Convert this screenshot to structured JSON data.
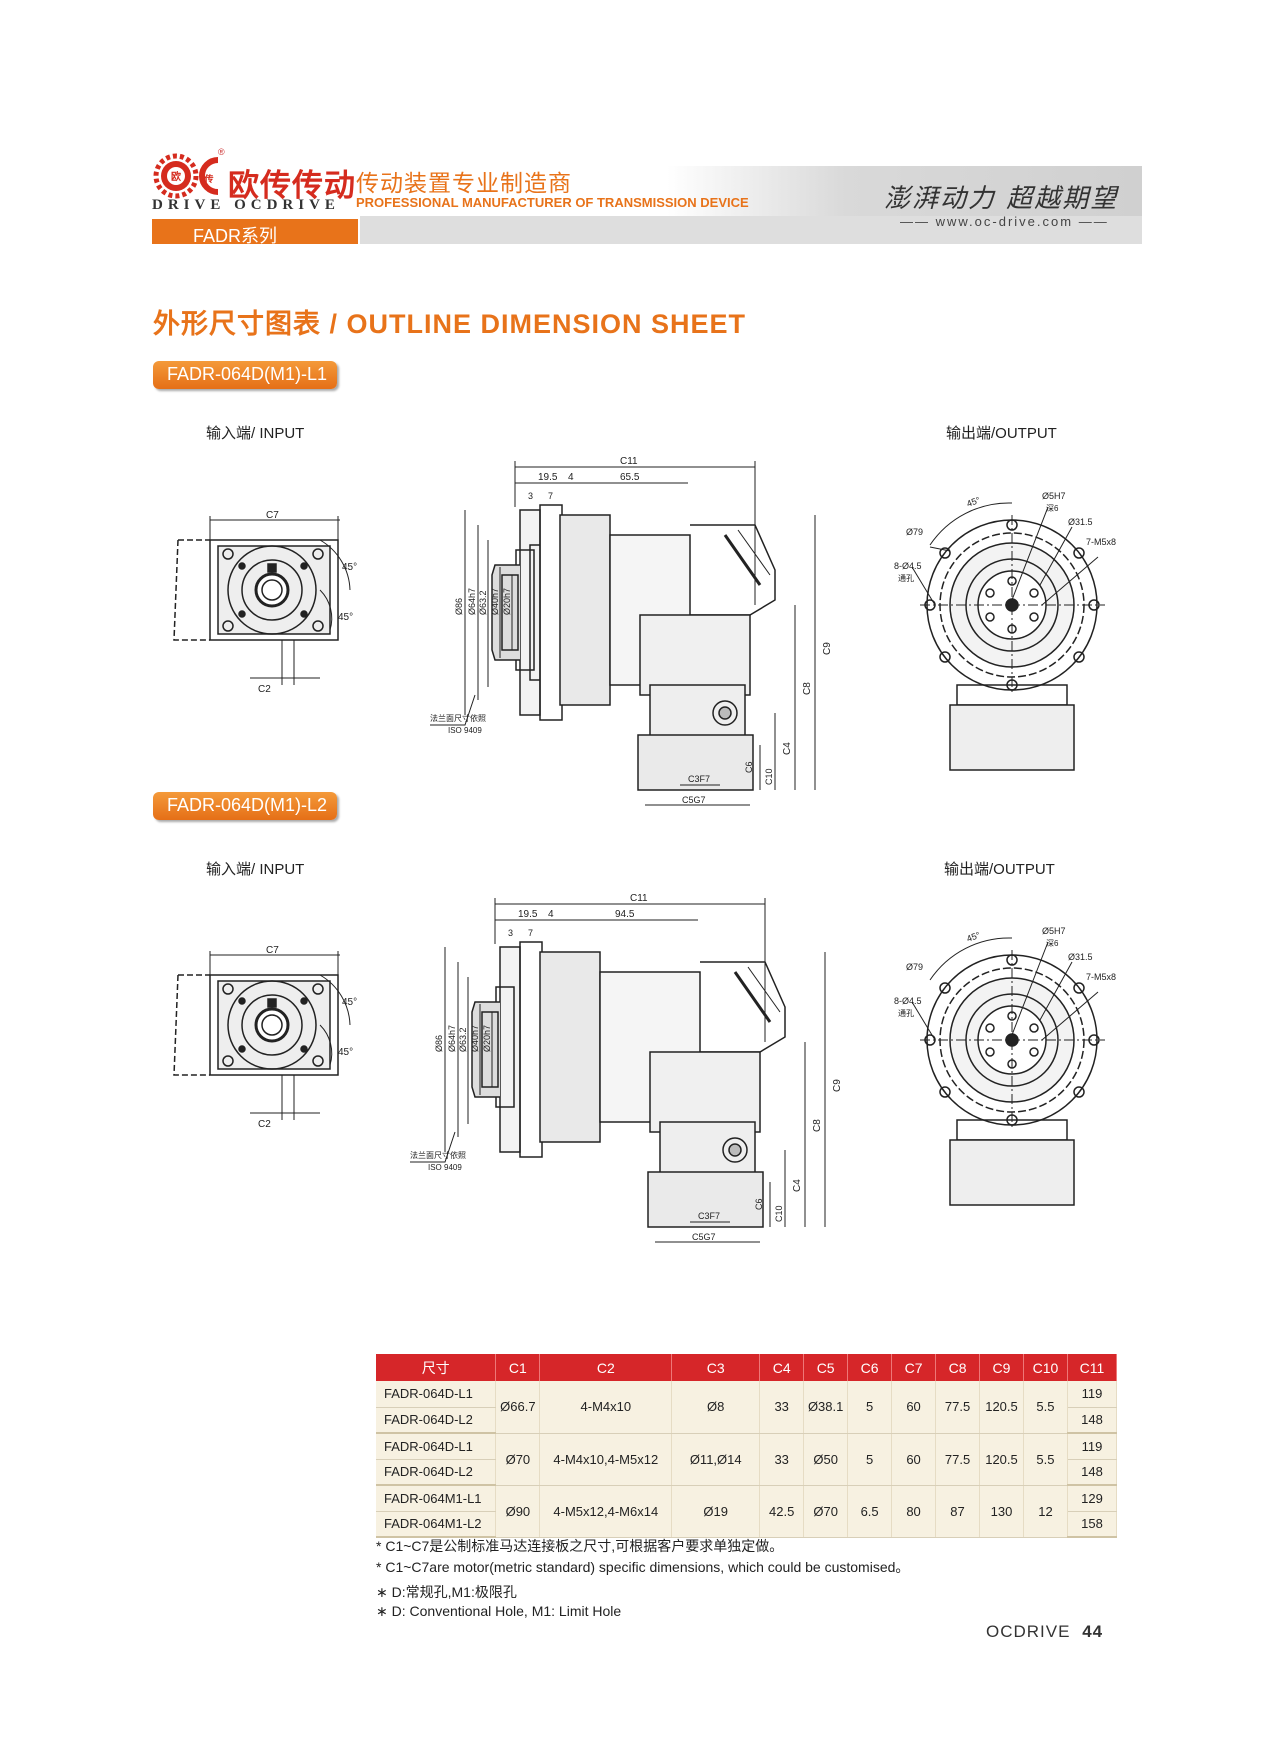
{
  "header": {
    "logo_cn": "欧传传动",
    "logo_en": "DRIVE OCDRIVE",
    "logo_reg": "®",
    "tagline_cn": "传动装置专业制造商",
    "tagline_en": "PROFESSIONAL MANUFACTURER OF TRANSMISSION DEVICE",
    "slogan": "澎湃动力 超越期望",
    "url": "—— www.oc-drive.com ——",
    "series": "FADR系列",
    "brand_color": "#e8731a",
    "red_color": "#d62629"
  },
  "title": "外形尺寸图表 / OUTLINE DIMENSION SHEET",
  "sections": [
    {
      "model": "FADR-064D(M1)-L1",
      "input_label": "输入端/ INPUT",
      "output_label": "输出端/OUTPUT",
      "dims": {
        "c11": "C11",
        "a": "19.5",
        "b": "4",
        "len": "65.5",
        "c3": "3",
        "c7": "7"
      }
    },
    {
      "model": "FADR-064D(M1)-L2",
      "input_label": "输入端/ INPUT",
      "output_label": "输出端/OUTPUT",
      "dims": {
        "c11": "C11",
        "a": "19.5",
        "b": "4",
        "len": "94.5",
        "c3": "3",
        "c7": "7"
      }
    }
  ],
  "drawing_labels": {
    "c7": "C7",
    "c2": "C2",
    "deg45": "45°",
    "d86": "Ø86",
    "d64": "Ø64h7",
    "d63": "Ø63.2",
    "d40": "Ø40h7",
    "d20": "Ø20h7",
    "c9": "C9",
    "c8": "C8",
    "c4": "C4",
    "c6": "C6",
    "c10": "C10",
    "c3f7": "C3F7",
    "c5g7": "C5G7",
    "flange_note": "法兰面尺寸依照",
    "iso": "ISO 9409",
    "d5h7": "Ø5H7",
    "deep6": "深6",
    "d31": "Ø31.5",
    "m5": "7-M5x8",
    "d79": "Ø79",
    "holes": "8-Ø4.5",
    "thru": "通孔"
  },
  "table": {
    "headers": [
      "尺寸",
      "C1",
      "C2",
      "C3",
      "C4",
      "C5",
      "C6",
      "C7",
      "C8",
      "C9",
      "C10",
      "C11"
    ],
    "groups": [
      {
        "models": [
          "FADR-064D-L1",
          "FADR-064D-L2"
        ],
        "c1": "Ø66.7",
        "c2": "4-M4x10",
        "c3": "Ø8",
        "c4": "33",
        "c5": "Ø38.1",
        "c6": "5",
        "c7": "60",
        "c8": "77.5",
        "c9": "120.5",
        "c10": "5.5",
        "c11": [
          "119",
          "148"
        ]
      },
      {
        "models": [
          "FADR-064D-L1",
          "FADR-064D-L2"
        ],
        "c1": "Ø70",
        "c2": "4-M4x10,4-M5x12",
        "c3": "Ø11,Ø14",
        "c4": "33",
        "c5": "Ø50",
        "c6": "5",
        "c7": "60",
        "c8": "77.5",
        "c9": "120.5",
        "c10": "5.5",
        "c11": [
          "119",
          "148"
        ]
      },
      {
        "models": [
          "FADR-064M1-L1",
          "FADR-064M1-L2"
        ],
        "c1": "Ø90",
        "c2": "4-M5x12,4-M6x14",
        "c3": "Ø19",
        "c4": "42.5",
        "c5": "Ø70",
        "c6": "6.5",
        "c7": "80",
        "c8": "87",
        "c9": "130",
        "c10": "12",
        "c11": [
          "129",
          "158"
        ]
      }
    ]
  },
  "notes": [
    "* C1~C7是公制标准马达连接板之尺寸,可根据客户要求单独定做。",
    "* C1~C7are motor(metric standard)  specific dimensions, which could be customised。",
    "∗ D:常规孔,M1:极限孔",
    "∗ D: Conventional Hole, M1: Limit Hole"
  ],
  "footer": {
    "brand": "OCDRIVE",
    "page": "44"
  }
}
